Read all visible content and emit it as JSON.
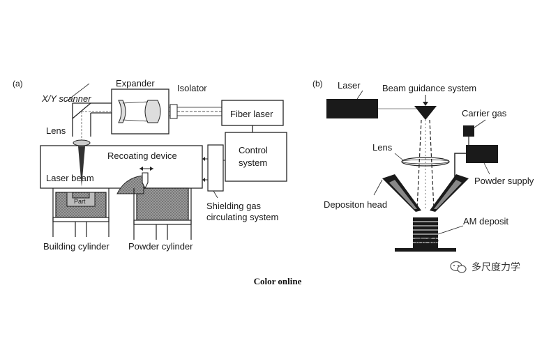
{
  "panel_a": {
    "tag": "(a)",
    "labels": {
      "expander": "Expander",
      "isolator": "Isolator",
      "xy_scanner": "X/Y scanner",
      "fiber_laser": "Fiber laser",
      "lens": "Lens",
      "control_system_line1": "Control",
      "control_system_line2": "system",
      "recoating_device": "Recoating device",
      "laser_beam": "Laser beam",
      "part": "Part",
      "shielding_gas_line1": "Shielding gas",
      "shielding_gas_line2": "circulating system",
      "building_cylinder": "Building cylinder",
      "powder_cylinder": "Powder cylinder"
    }
  },
  "panel_b": {
    "tag": "(b)",
    "labels": {
      "laser": "Laser",
      "beam_guidance": "Beam guidance system",
      "carrier_gas": "Carrier gas",
      "lens": "Lens",
      "powder_supply": "Powder supply",
      "deposition_head": "Depositon head",
      "am_deposit": "AM deposit"
    }
  },
  "caption": "Color online",
  "watermark": {
    "text": "多尺度力学",
    "faded_text": "南秋"
  }
}
